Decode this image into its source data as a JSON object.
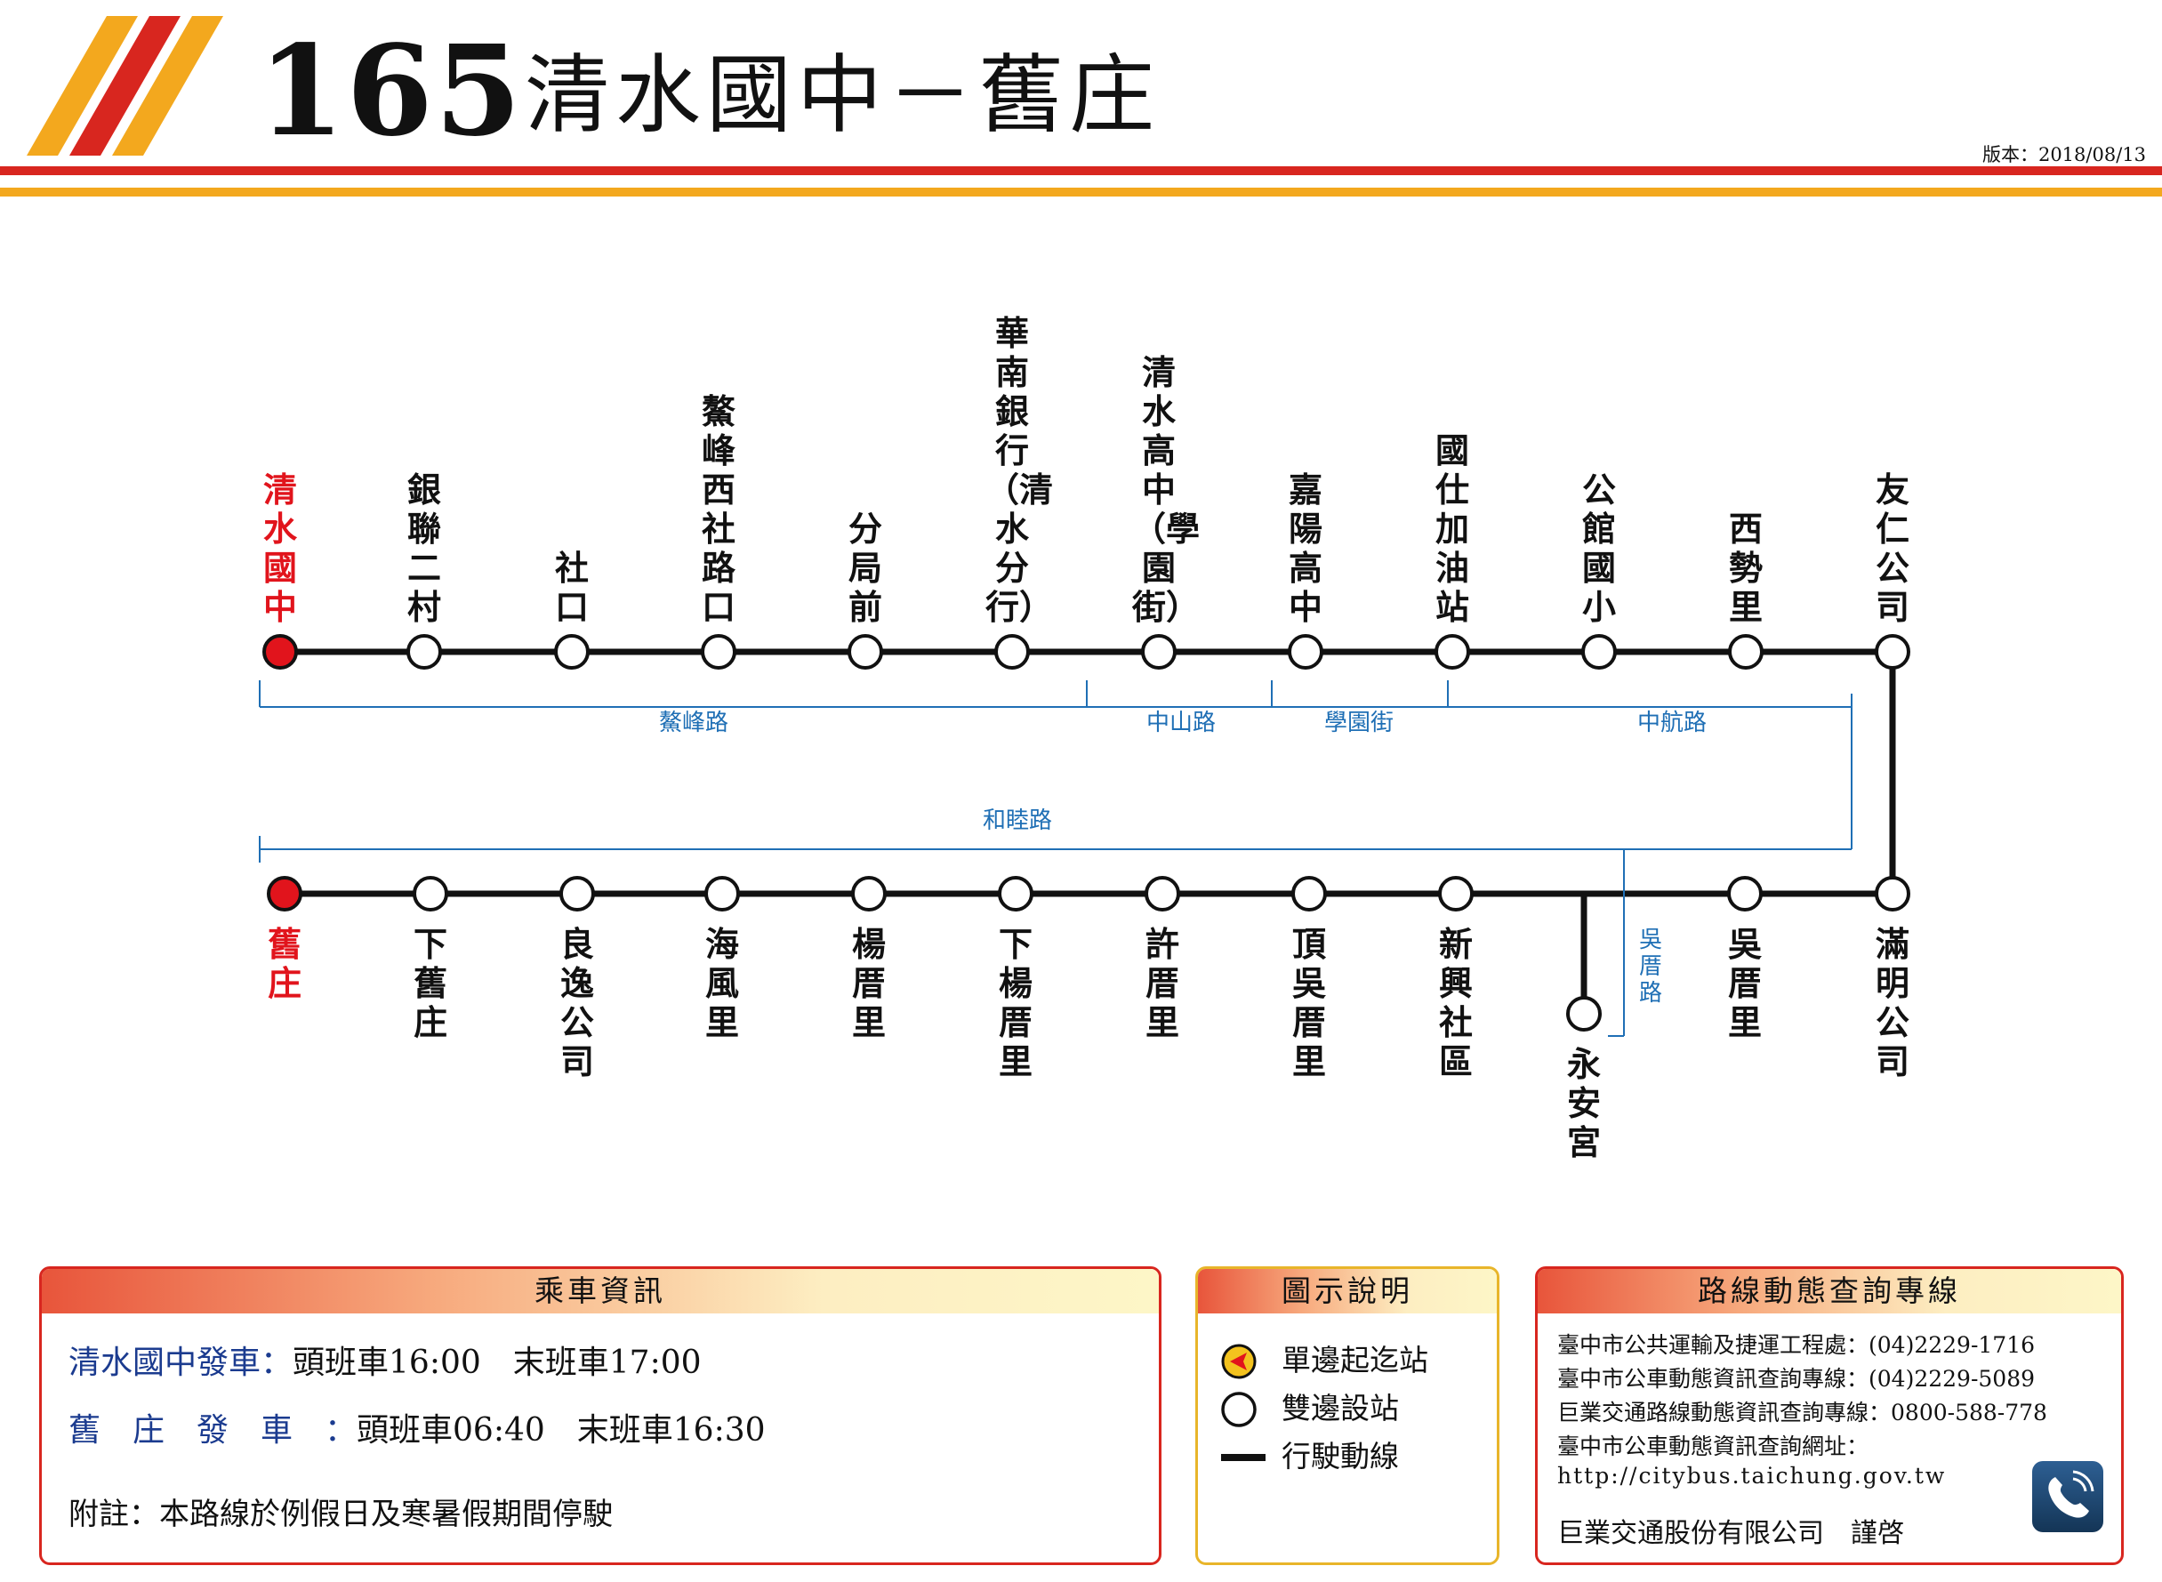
{
  "header": {
    "route_number": "165",
    "route_name": "清水國中－舊庄",
    "version": "版本：2018/08/13"
  },
  "colors": {
    "accent_red": "#d8261f",
    "accent_orange": "#f3a81e",
    "road_blue": "#1f6fb5",
    "line_black": "#111111",
    "terminal_red": "#e1141c"
  },
  "outbound_stops": [
    {
      "name": "清水國中",
      "terminal": true
    },
    {
      "name": "銀聯二村"
    },
    {
      "name": "社口"
    },
    {
      "name": "鰲峰西社路口"
    },
    {
      "name": "分局前"
    },
    {
      "name": "華南銀行（清水分行）"
    },
    {
      "name": "清水高中（學園街）"
    },
    {
      "name": "嘉陽高中"
    },
    {
      "name": "國仕加油站"
    },
    {
      "name": "公館國小"
    },
    {
      "name": "西勢里"
    },
    {
      "name": "友仁公司"
    }
  ],
  "return_stops": [
    {
      "name": "舊庄",
      "terminal": true
    },
    {
      "name": "下舊庄"
    },
    {
      "name": "良逸公司"
    },
    {
      "name": "海風里"
    },
    {
      "name": "楊厝里"
    },
    {
      "name": "下楊厝里"
    },
    {
      "name": "許厝里"
    },
    {
      "name": "頂吳厝里"
    },
    {
      "name": "新興社區"
    },
    {
      "name": "吳厝里"
    },
    {
      "name": "滿明公司"
    }
  ],
  "branch_stop": {
    "name": "永安宮"
  },
  "roads": {
    "upper": [
      "鰲峰路",
      "中山路",
      "學園街",
      "中航路"
    ],
    "middle": "和睦路",
    "branch": "吳厝路"
  },
  "ride_info": {
    "title": "乘車資訊",
    "line1_stop": "清水國中發車：",
    "line1_times": "頭班車16:00　末班車17:00",
    "line2_stop": "舊　庄　發　車　：",
    "line2_times": "頭班車06:40　末班車16:30",
    "note": "附註：本路線於例假日及寒暑假期間停駛"
  },
  "legend": {
    "title": "圖示說明",
    "items": [
      "單邊起迄站",
      "雙邊設站",
      "行駛動線"
    ]
  },
  "contact": {
    "title": "路線動態查詢專線",
    "lines": [
      "臺中市公共運輸及捷運工程處：(04)2229-1716",
      "臺中市公車動態資訊查詢專線：(04)2229-5089",
      "巨業交通路線動態資訊查詢專線：0800-588-778",
      "臺中市公車動態資訊查詢網址：",
      "http://citybus.taichung.gov.tw"
    ],
    "company": "巨業交通股份有限公司　謹啓"
  }
}
